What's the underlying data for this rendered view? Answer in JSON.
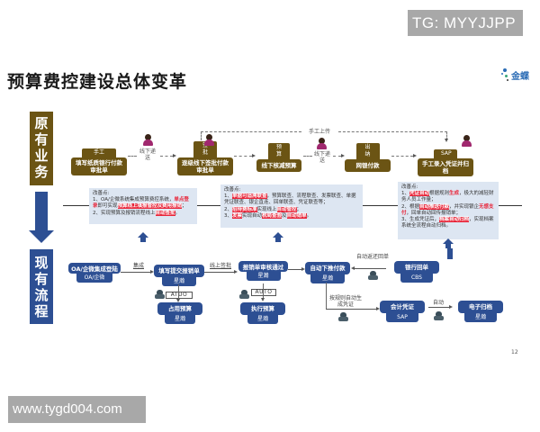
{
  "watermarks": {
    "top": "TG: MYYJJPP",
    "bottom": "www.tygd004.com"
  },
  "header": {
    "title": "预算费控建设总体变革",
    "logo_text": "金蝶"
  },
  "sections": {
    "original": "原有业务",
    "current": "现有流程"
  },
  "original_flow": {
    "nodes": [
      {
        "tab": "手工",
        "body": "填写纸质银行付款审批单"
      },
      {
        "tab": "签批",
        "body": "逐级线下签批付款审批单"
      },
      {
        "tab": "预算",
        "body": "线下核减预算"
      },
      {
        "tab": "出纳",
        "body": "网银付款"
      },
      {
        "tab": "SAP",
        "body": "手工录入凭证并归档"
      }
    ],
    "transfer_labels": [
      "线下递送",
      "线下递送"
    ],
    "upload_label": "手工上传"
  },
  "improvements": [
    {
      "title": "改善点:",
      "lines": [
        {
          "parts": [
            {
              "t": "1、OA/企微系统集成预算费控系统，"
            },
            {
              "t": "单点登录",
              "s": "redt"
            },
            {
              "t": "即可实现"
            },
            {
              "t": "预算线上填报管控及费用报销",
              "s": "red"
            },
            {
              "t": "；"
            }
          ]
        },
        {
          "parts": [
            {
              "t": "2、实现预算及报销流程线上"
            },
            {
              "t": "自动签批",
              "s": "red"
            },
            {
              "t": "。"
            }
          ]
        }
      ]
    },
    {
      "title": "改善点:",
      "lines": [
        {
          "parts": [
            {
              "t": "1、"
            },
            {
              "t": "单据可追溯联查",
              "s": "red"
            },
            {
              "t": "，预算联查、流程联查、发票联查、单据凭证联查、银企直连、回单联查、凭证联查等；"
            }
          ]
        },
        {
          "parts": [
            {
              "t": "2、"
            },
            {
              "t": "招待费标准",
              "s": "red"
            },
            {
              "t": "实现线上"
            },
            {
              "t": "自动管控",
              "s": "red"
            },
            {
              "t": "；"
            }
          ]
        },
        {
          "parts": [
            {
              "t": "3、"
            },
            {
              "t": "发票",
              "s": "red"
            },
            {
              "t": "实现自动"
            },
            {
              "t": "税局查验",
              "s": "red"
            },
            {
              "t": "及"
            },
            {
              "t": "自动销单",
              "s": "red"
            },
            {
              "t": "。"
            }
          ]
        }
      ]
    },
    {
      "title": "改善点:",
      "lines": [
        {
          "parts": [
            {
              "t": "1、"
            },
            {
              "t": "凭证自动",
              "s": "red"
            },
            {
              "t": "根据规则"
            },
            {
              "t": "生成",
              "s": "redt"
            },
            {
              "t": "，极大的减轻财务人员工作量；"
            }
          ]
        },
        {
          "parts": [
            {
              "t": "2、根据"
            },
            {
              "t": "自动推送付款",
              "s": "red"
            },
            {
              "t": "，并实现银企"
            },
            {
              "t": "无感支付",
              "s": "redt"
            },
            {
              "t": "，回单自动回传报销单；"
            }
          ]
        },
        {
          "parts": [
            {
              "t": "3、生成凭证后，"
            },
            {
              "t": "档案自动归档",
              "s": "red"
            },
            {
              "t": "，实现档案系统全流程自动归档。"
            }
          ]
        }
      ]
    }
  ],
  "current_flow": {
    "nodes": {
      "oa": {
        "title": "OA/企微集成登陆",
        "sub": "OA/企微"
      },
      "fill": {
        "title": "填写提交报销单",
        "sub": "星瀚"
      },
      "approve": {
        "title": "报销单审核通过",
        "sub": "星瀚"
      },
      "pay": {
        "title": "自动下推付款",
        "sub": "星瀚"
      },
      "bank": {
        "title": "银行回单",
        "sub": "CBS"
      },
      "occupy": {
        "title": "占用预算",
        "sub": "星瀚"
      },
      "execute": {
        "title": "执行预算",
        "sub": "星瀚"
      },
      "voucher": {
        "title": "会计凭证",
        "sub": "SAP"
      },
      "archive": {
        "title": "电子归档",
        "sub": "星瀚"
      }
    },
    "labels": {
      "integrate": "集成",
      "online_sign": "线上签批",
      "auto_return": "自动返还回单",
      "auto_gen": "按规则自动生成凭证",
      "auto": "自动",
      "auto_tag1": "ATUO",
      "auto_tag2": "AUTO"
    }
  },
  "page_number": "12",
  "colors": {
    "brown": "#6b5414",
    "blue": "#2d4f93",
    "note_bg": "#dde6f2",
    "highlight": "#e8263a"
  }
}
